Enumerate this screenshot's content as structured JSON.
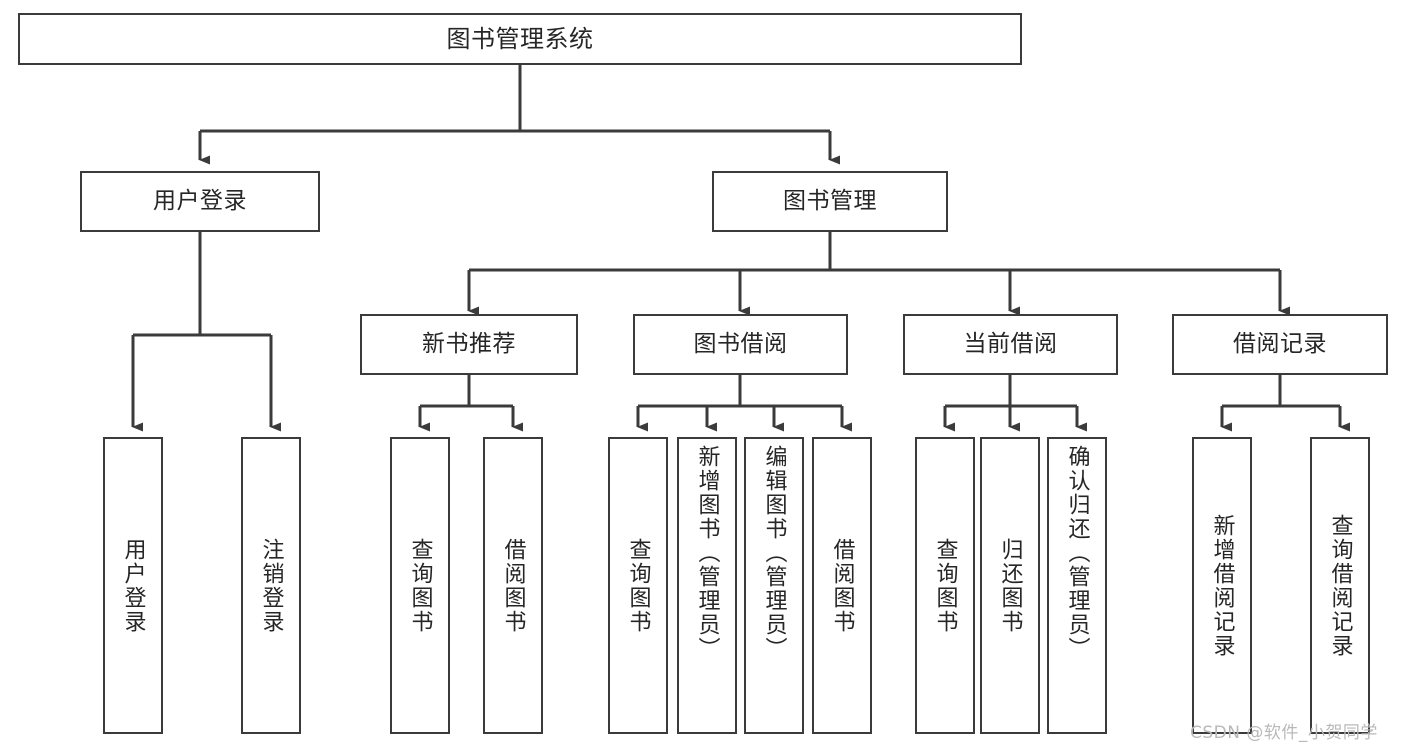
{
  "diagram": {
    "title": "图书管理系统",
    "type": "tree-hierarchy",
    "background_color": "#ffffff",
    "line_color": "#3b3b3b",
    "text_color": "#262626",
    "root": {
      "label": "图书管理系统"
    },
    "level1": [
      {
        "label": "用户登录"
      },
      {
        "label": "图书管理"
      }
    ],
    "level2": [
      {
        "label": "新书推荐"
      },
      {
        "label": "图书借阅"
      },
      {
        "label": "当前借阅"
      },
      {
        "label": "借阅记录"
      }
    ],
    "leaves": {
      "user_login": [
        {
          "label": "用户登录"
        },
        {
          "label": "注销登录"
        }
      ],
      "new_book_recommend": [
        {
          "label": "查询图书"
        },
        {
          "label": "借阅图书"
        }
      ],
      "book_borrow": [
        {
          "label": "查询图书"
        },
        {
          "label": "新增图书（管理员）"
        },
        {
          "label": "编辑图书（管理员）"
        },
        {
          "label": "借阅图书"
        }
      ],
      "current_borrow": [
        {
          "label": "查询图书"
        },
        {
          "label": "归还图书"
        },
        {
          "label": "确认归还（管理员）"
        }
      ],
      "borrow_record": [
        {
          "label": "新增借阅记录"
        },
        {
          "label": "查询借阅记录"
        }
      ]
    }
  },
  "watermark": {
    "text": "CSDN @软件_小贺同学",
    "color": "#b9b9b9"
  }
}
